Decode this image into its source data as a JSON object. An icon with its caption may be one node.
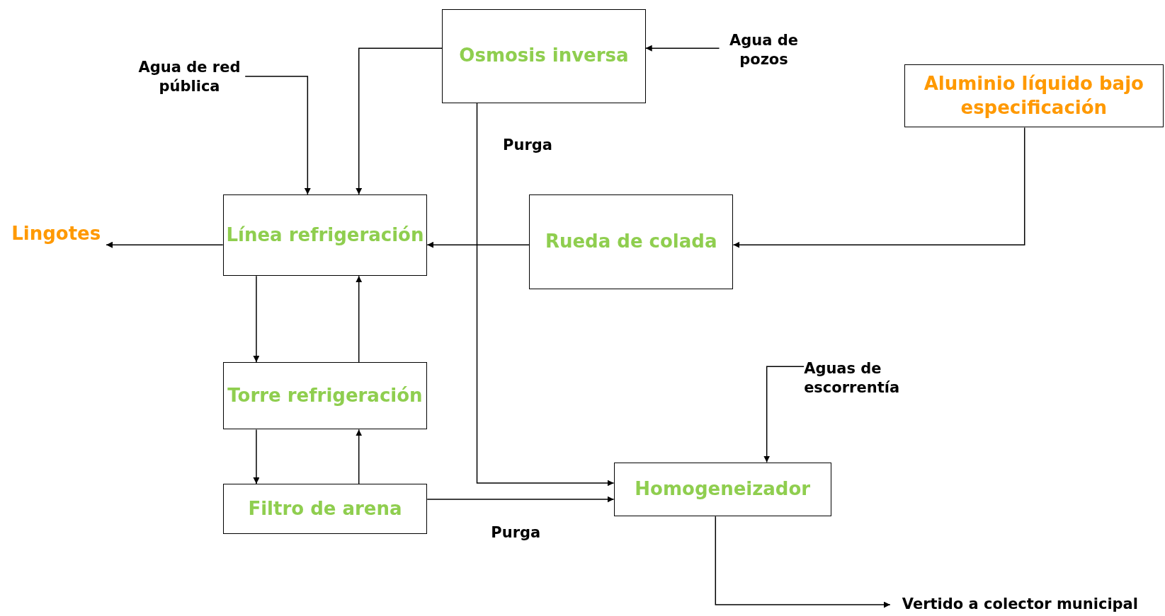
{
  "diagram": {
    "nodes": [
      {
        "text": [
          "Osmosis inversa"
        ]
      },
      {
        "text": [
          "Agua de pozos"
        ]
      },
      {
        "text": [
          "Agua de red pública"
        ]
      },
      {
        "text": [
          "Aluminio líquido bajo especificación"
        ]
      },
      {
        "text": [
          "Línea refrigeración"
        ]
      },
      {
        "text": [
          "Rueda de colada"
        ]
      },
      {
        "text": [
          "Lingotes"
        ]
      },
      {
        "text": [
          "Torre refrigeración"
        ]
      },
      {
        "text": [
          "Filtro de arena"
        ]
      },
      {
        "text": [
          "Homogeneizador"
        ]
      },
      {
        "text": [
          "Aguas de escorrentía"
        ]
      },
      {
        "text": [
          "Vertido a colector municipal"
        ]
      }
    ],
    "edges": [
      {
        "from": 0,
        "to": 4,
        "arrow": "to"
      },
      {
        "from": 1,
        "to": 0,
        "arrow": "to"
      },
      {
        "from": 2,
        "to": 4,
        "arrow": "to"
      },
      {
        "from": 3,
        "to": 5,
        "arrow": "to"
      },
      {
        "from": 5,
        "to": 4,
        "arrow": "to"
      },
      {
        "from": 4,
        "to": 6,
        "arrow": "to"
      },
      {
        "from": 4,
        "to": 7,
        "arrow": "to"
      },
      {
        "from": 7,
        "to": 4,
        "arrow": "to"
      },
      {
        "from": 7,
        "to": 8,
        "arrow": "to"
      },
      {
        "from": 8,
        "to": 7,
        "arrow": "to"
      },
      {
        "from": 0,
        "to": 9,
        "arrow": "to",
        "label": "Purga"
      },
      {
        "from": 8,
        "to": 9,
        "arrow": "to",
        "label": "Purga"
      },
      {
        "from": 10,
        "to": 9,
        "arrow": "to"
      },
      {
        "from": 9,
        "to": 11,
        "arrow": "to"
      }
    ]
  }
}
